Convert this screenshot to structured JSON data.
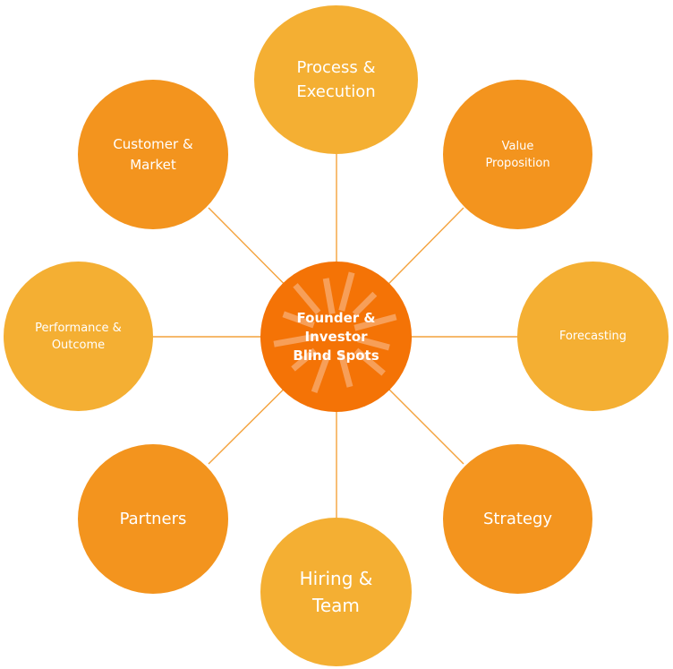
{
  "diagram": {
    "colors": {
      "center": "#F47306",
      "dark": "#F3941E",
      "light": "#F4AF33",
      "connector": "#F4A23C",
      "rays": "#F8AE74"
    },
    "center": {
      "label": "Founder &\nInvestor\nBlind Spots"
    },
    "nodes": [
      {
        "id": "process-execution",
        "label": "Process &\nExecution",
        "tone": "light"
      },
      {
        "id": "value-proposition",
        "label": "Value\nProposition",
        "tone": "dark"
      },
      {
        "id": "forecasting",
        "label": "Forecasting",
        "tone": "light"
      },
      {
        "id": "strategy",
        "label": "Strategy",
        "tone": "dark"
      },
      {
        "id": "hiring-team",
        "label": "Hiring &\nTeam",
        "tone": "light"
      },
      {
        "id": "partners",
        "label": "Partners",
        "tone": "dark"
      },
      {
        "id": "performance-outcome",
        "label": "Performance &\nOutcome",
        "tone": "light"
      },
      {
        "id": "customer-market",
        "label": "Customer &\nMarket",
        "tone": "dark"
      }
    ]
  }
}
